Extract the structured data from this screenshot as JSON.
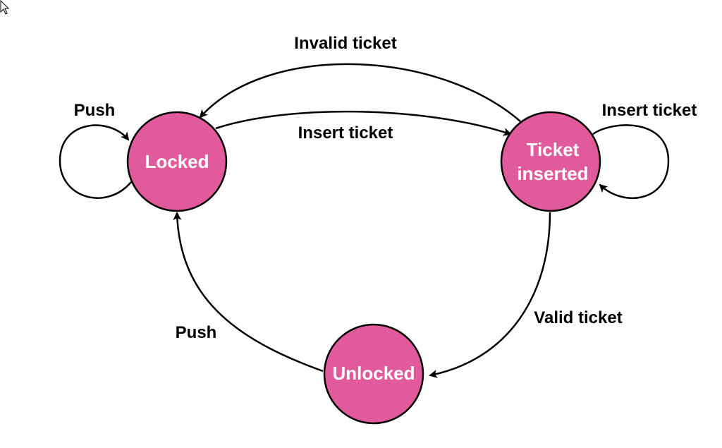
{
  "colors": {
    "node_fill": "#e05a9c",
    "stroke": "#000000",
    "node_text": "#ffffff",
    "edge_text": "#000000",
    "background": "#ffffff"
  },
  "nodes": {
    "locked": {
      "label": "Locked"
    },
    "ticket_inserted": {
      "label_line1": "Ticket",
      "label_line2": "inserted"
    },
    "unlocked": {
      "label": "Unlocked"
    }
  },
  "edges": {
    "locked_self": {
      "label": "Push"
    },
    "locked_to_ticket": {
      "label": "Insert ticket"
    },
    "ticket_to_locked": {
      "label": "Invalid ticket"
    },
    "ticket_self": {
      "label": "Insert ticket"
    },
    "ticket_to_unlocked": {
      "label": "Valid ticket"
    },
    "unlocked_to_locked": {
      "label": "Push"
    }
  },
  "icons": {
    "cursor": "mouse-pointer-icon"
  }
}
